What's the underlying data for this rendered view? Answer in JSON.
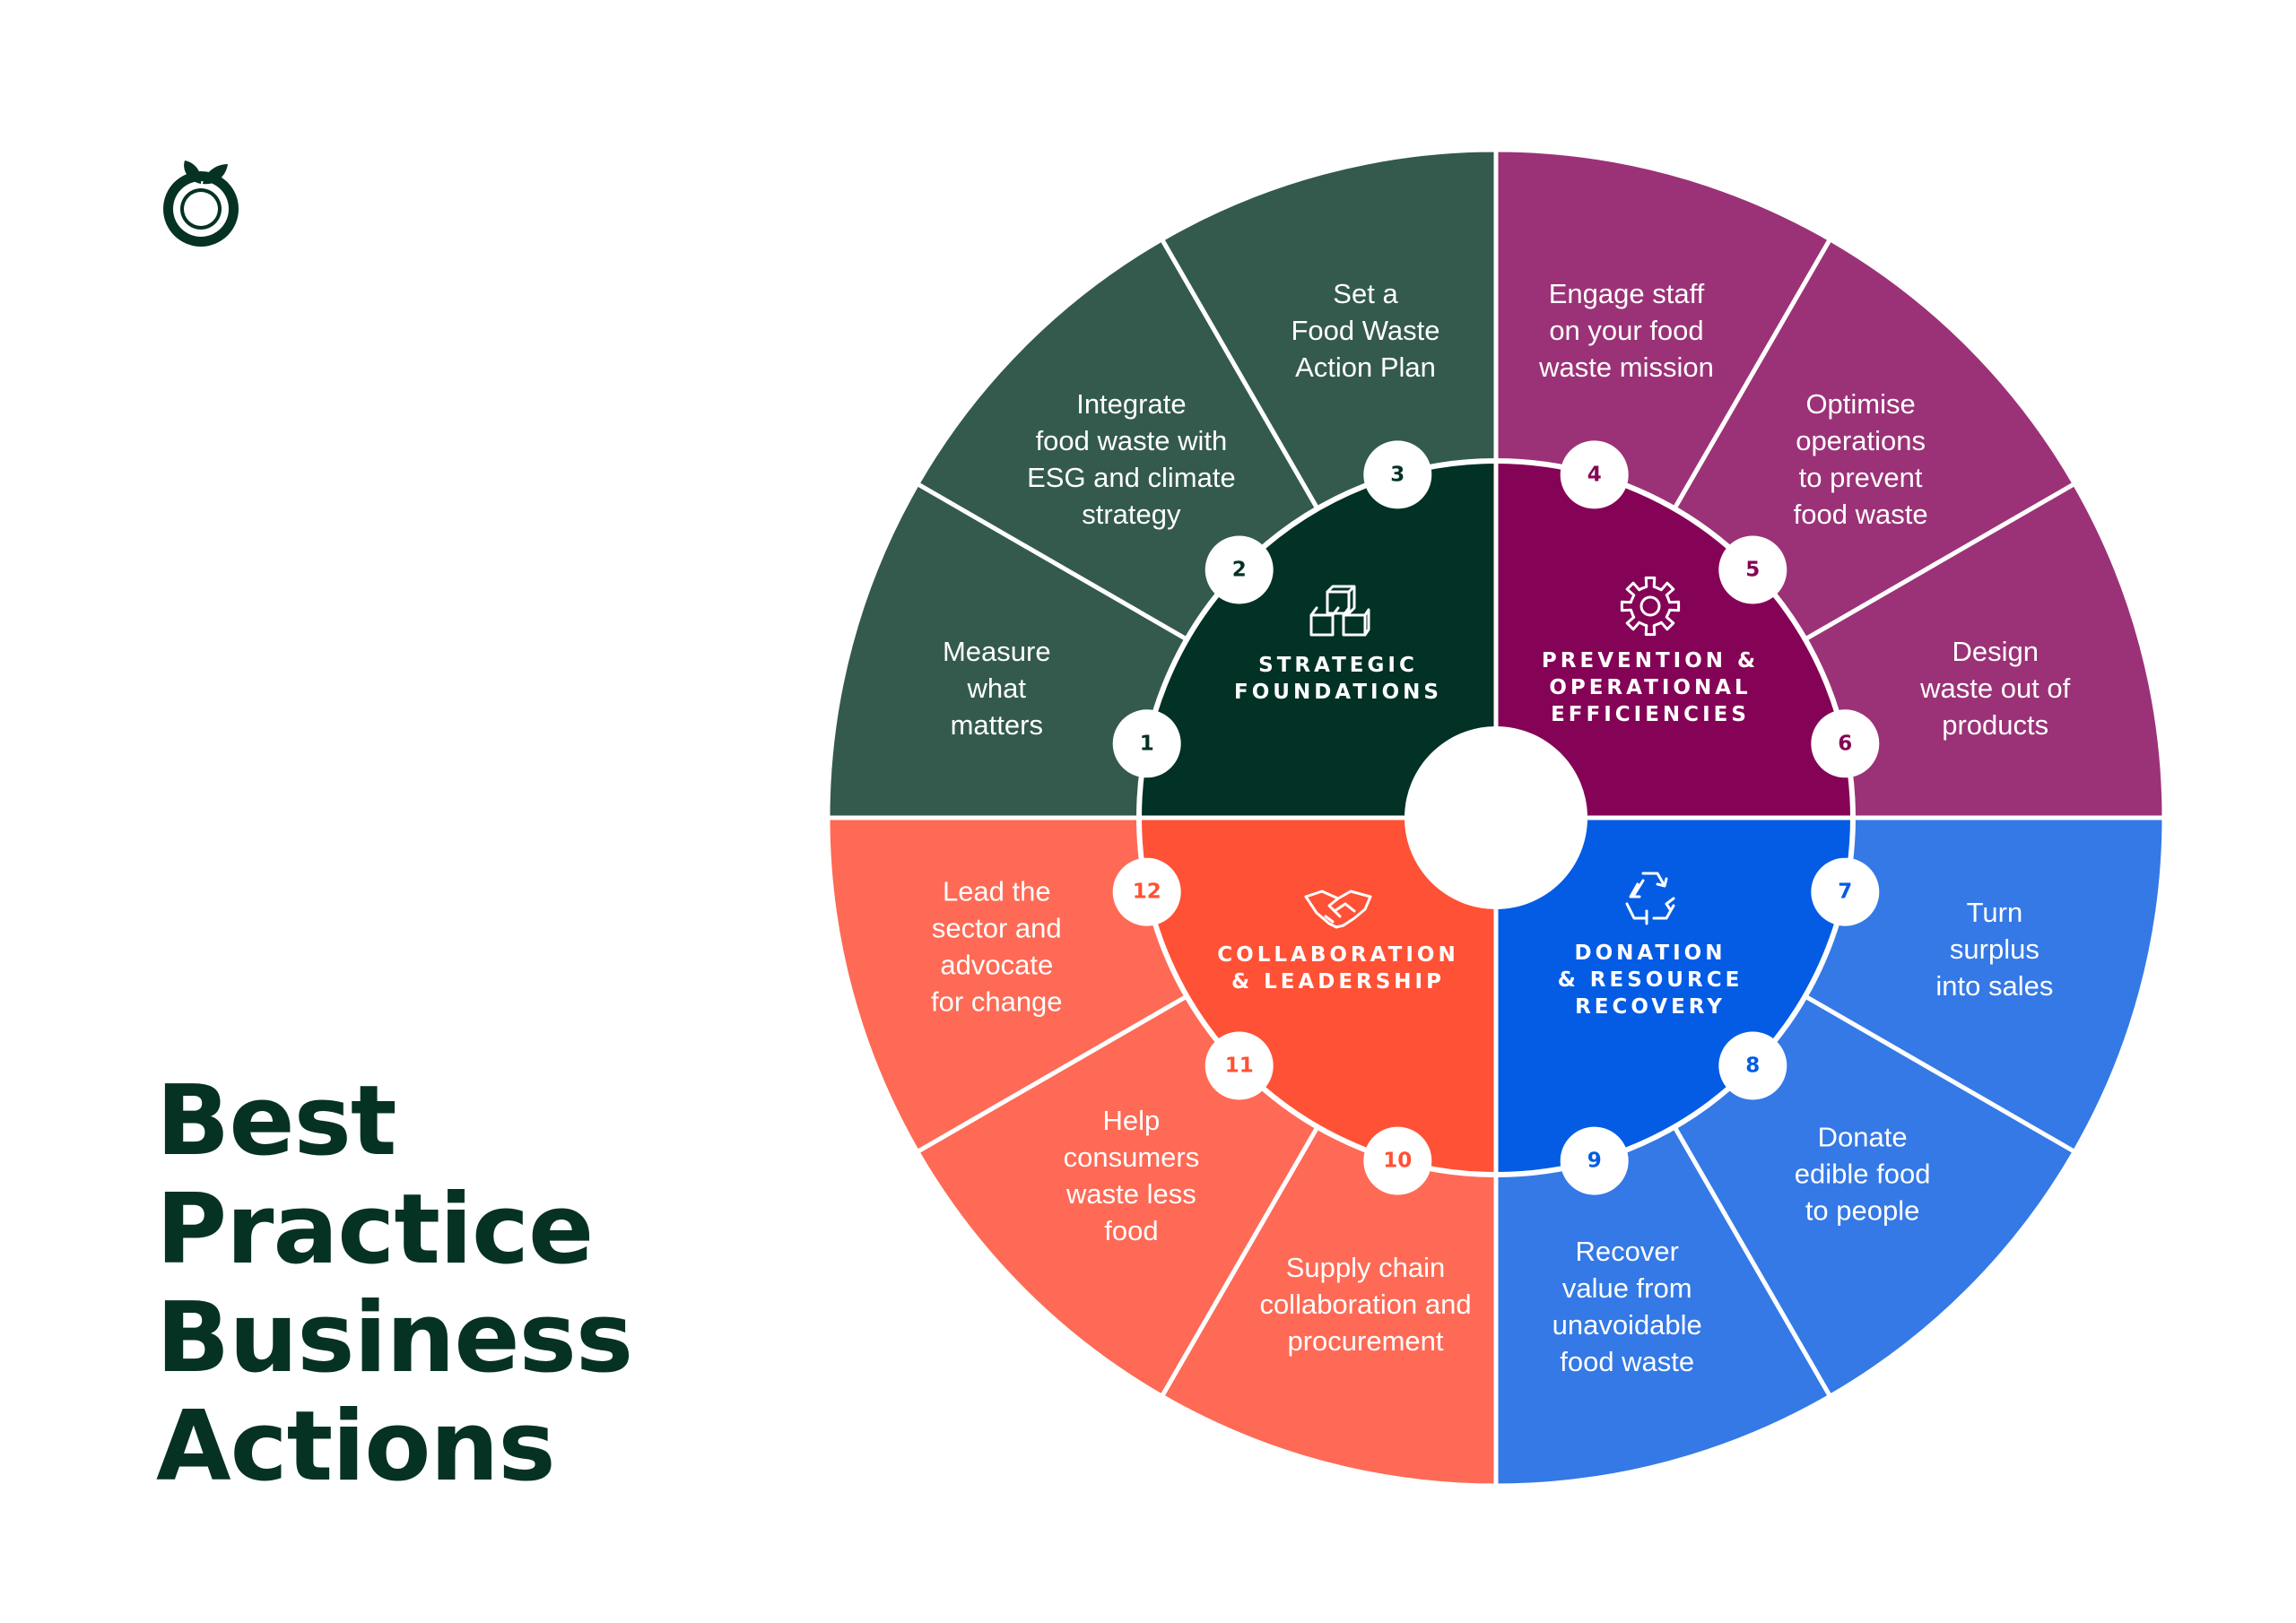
{
  "title_lines": [
    "Best",
    "Practice",
    "Business",
    "Actions"
  ],
  "colors": {
    "text_dark": "#063224",
    "strategic_outer": "#335a4d",
    "strategic_inner": "#023125",
    "prevention_outer": "#9b3277",
    "prevention_inner": "#850356",
    "donation_outer": "#3479e6",
    "donation_inner": "#045ce4",
    "collaboration_outer": "#fe6a55",
    "collaboration_inner": "#ff5135"
  },
  "categories": [
    {
      "id": "strategic",
      "label_lines": [
        "STRATEGIC",
        "FOUNDATIONS"
      ],
      "icon": "cubes-icon"
    },
    {
      "id": "prevention",
      "label_lines": [
        "PREVENTION &",
        "OPERATIONAL",
        "EFFICIENCIES"
      ],
      "icon": "gear-icon"
    },
    {
      "id": "donation",
      "label_lines": [
        "DONATION",
        "& RESOURCE",
        "RECOVERY"
      ],
      "icon": "recycle-icon"
    },
    {
      "id": "collaboration",
      "label_lines": [
        "COLLABORATION",
        "& LEADERSHIP"
      ],
      "icon": "handshake-icon"
    }
  ],
  "actions": [
    {
      "number": "1",
      "category": "strategic",
      "text_lines": [
        "Measure",
        "what",
        "matters"
      ]
    },
    {
      "number": "2",
      "category": "strategic",
      "text_lines": [
        "Integrate",
        "food waste with",
        "ESG and climate",
        "strategy"
      ]
    },
    {
      "number": "3",
      "category": "strategic",
      "text_lines": [
        "Set a",
        "Food Waste",
        "Action Plan"
      ]
    },
    {
      "number": "4",
      "category": "prevention",
      "text_lines": [
        "Engage staff",
        "on your food",
        "waste mission"
      ]
    },
    {
      "number": "5",
      "category": "prevention",
      "text_lines": [
        "Optimise",
        "operations",
        "to prevent",
        "food waste"
      ]
    },
    {
      "number": "6",
      "category": "prevention",
      "text_lines": [
        "Design",
        "waste out of",
        "products"
      ]
    },
    {
      "number": "7",
      "category": "donation",
      "text_lines": [
        "Turn",
        "surplus",
        "into sales"
      ]
    },
    {
      "number": "8",
      "category": "donation",
      "text_lines": [
        "Donate",
        "edible food",
        "to people"
      ]
    },
    {
      "number": "9",
      "category": "donation",
      "text_lines": [
        "Recover",
        "value from",
        "unavoidable",
        "food waste"
      ]
    },
    {
      "number": "10",
      "category": "collaboration",
      "text_lines": [
        "Supply chain",
        "collaboration and",
        "procurement"
      ]
    },
    {
      "number": "11",
      "category": "collaboration",
      "text_lines": [
        "Help",
        "consumers",
        "waste less",
        "food"
      ]
    },
    {
      "number": "12",
      "category": "collaboration",
      "text_lines": [
        "Lead the",
        "sector and",
        "advocate",
        "for change"
      ]
    }
  ]
}
